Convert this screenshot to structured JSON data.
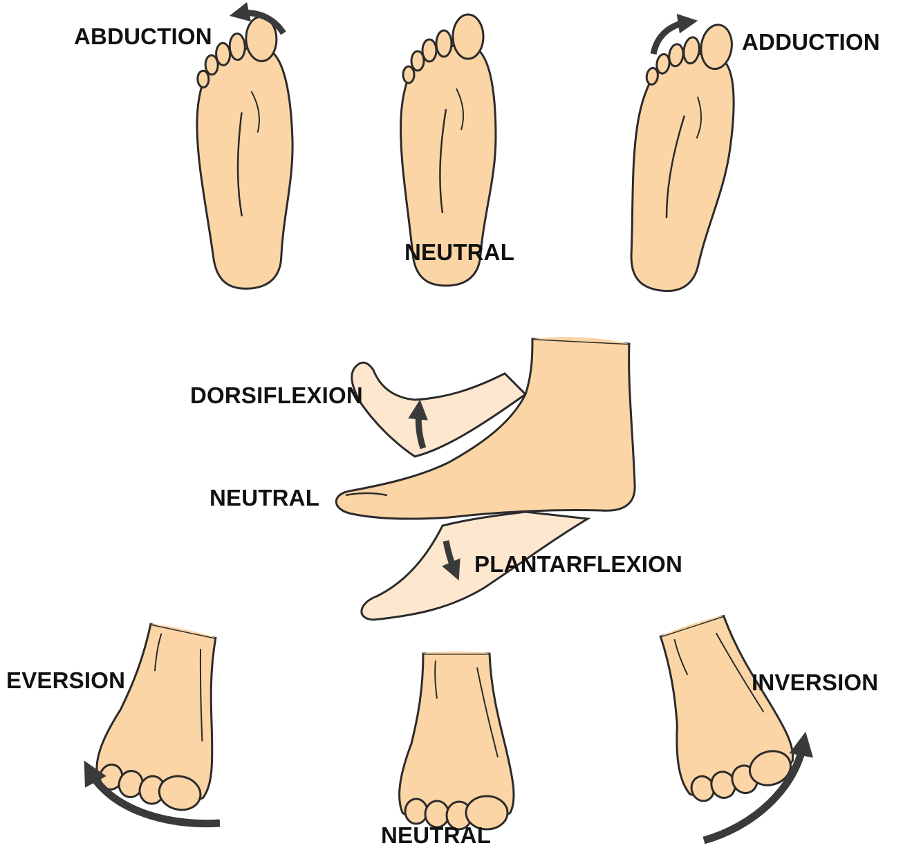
{
  "labels": {
    "abduction": "ABDUCTION",
    "adduction": "ADDUCTION",
    "neutral_top": "NEUTRAL",
    "dorsiflexion": "DORSIFLEXION",
    "neutral_middle": "NEUTRAL",
    "plantarflexion": "PLANTARFLEXION",
    "eversion": "EVERSION",
    "inversion": "INVERSION",
    "neutral_bottom": "NEUTRAL"
  },
  "colors": {
    "skin": "#fbd5a5",
    "skin_light": "#fde7cf",
    "outline": "#2b2b2b",
    "arrow": "#3a3a3a"
  }
}
